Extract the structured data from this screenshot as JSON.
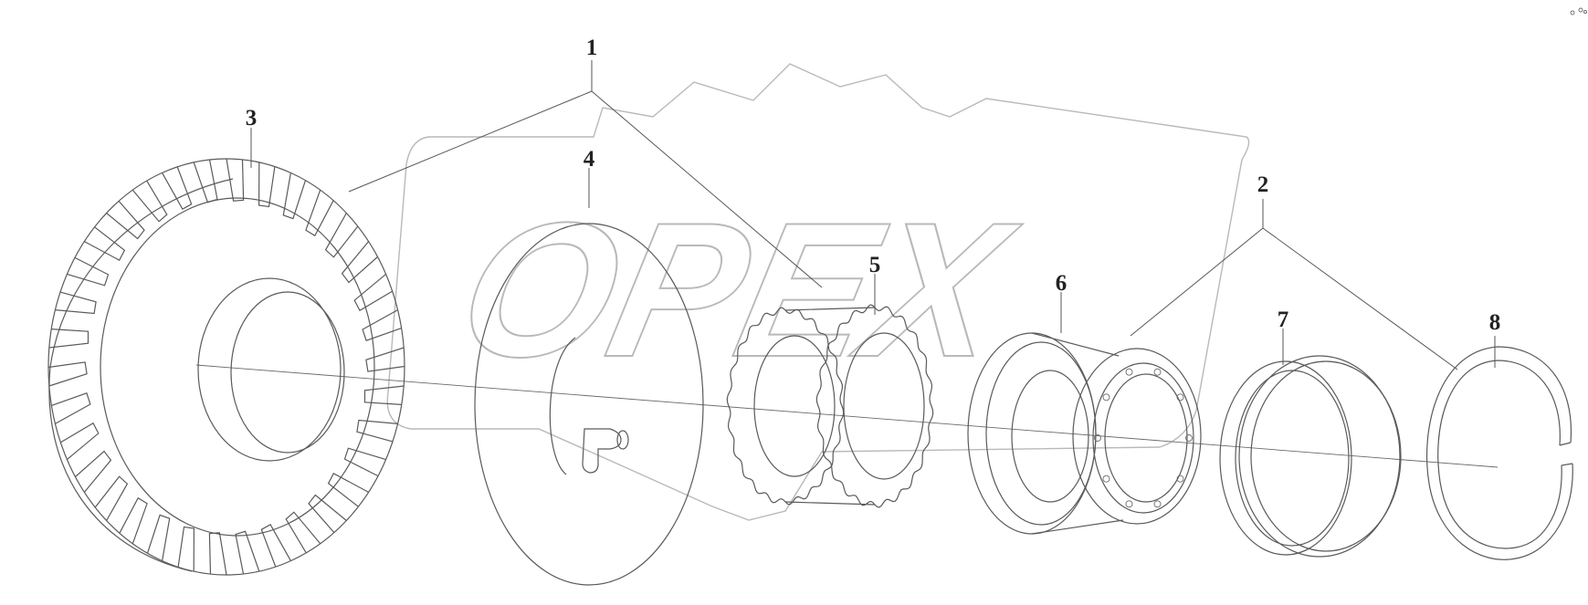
{
  "watermark": {
    "text": "OPEX"
  },
  "callouts": [
    {
      "id": "1",
      "label": "1"
    },
    {
      "id": "2",
      "label": "2"
    },
    {
      "id": "3",
      "label": "3"
    },
    {
      "id": "4",
      "label": "4"
    },
    {
      "id": "5",
      "label": "5"
    },
    {
      "id": "6",
      "label": "6"
    },
    {
      "id": "7",
      "label": "7"
    },
    {
      "id": "8",
      "label": "8"
    }
  ],
  "colors": {
    "line": "#5a5a5a",
    "watermark": "#b9b9b9",
    "text": "#222222"
  }
}
